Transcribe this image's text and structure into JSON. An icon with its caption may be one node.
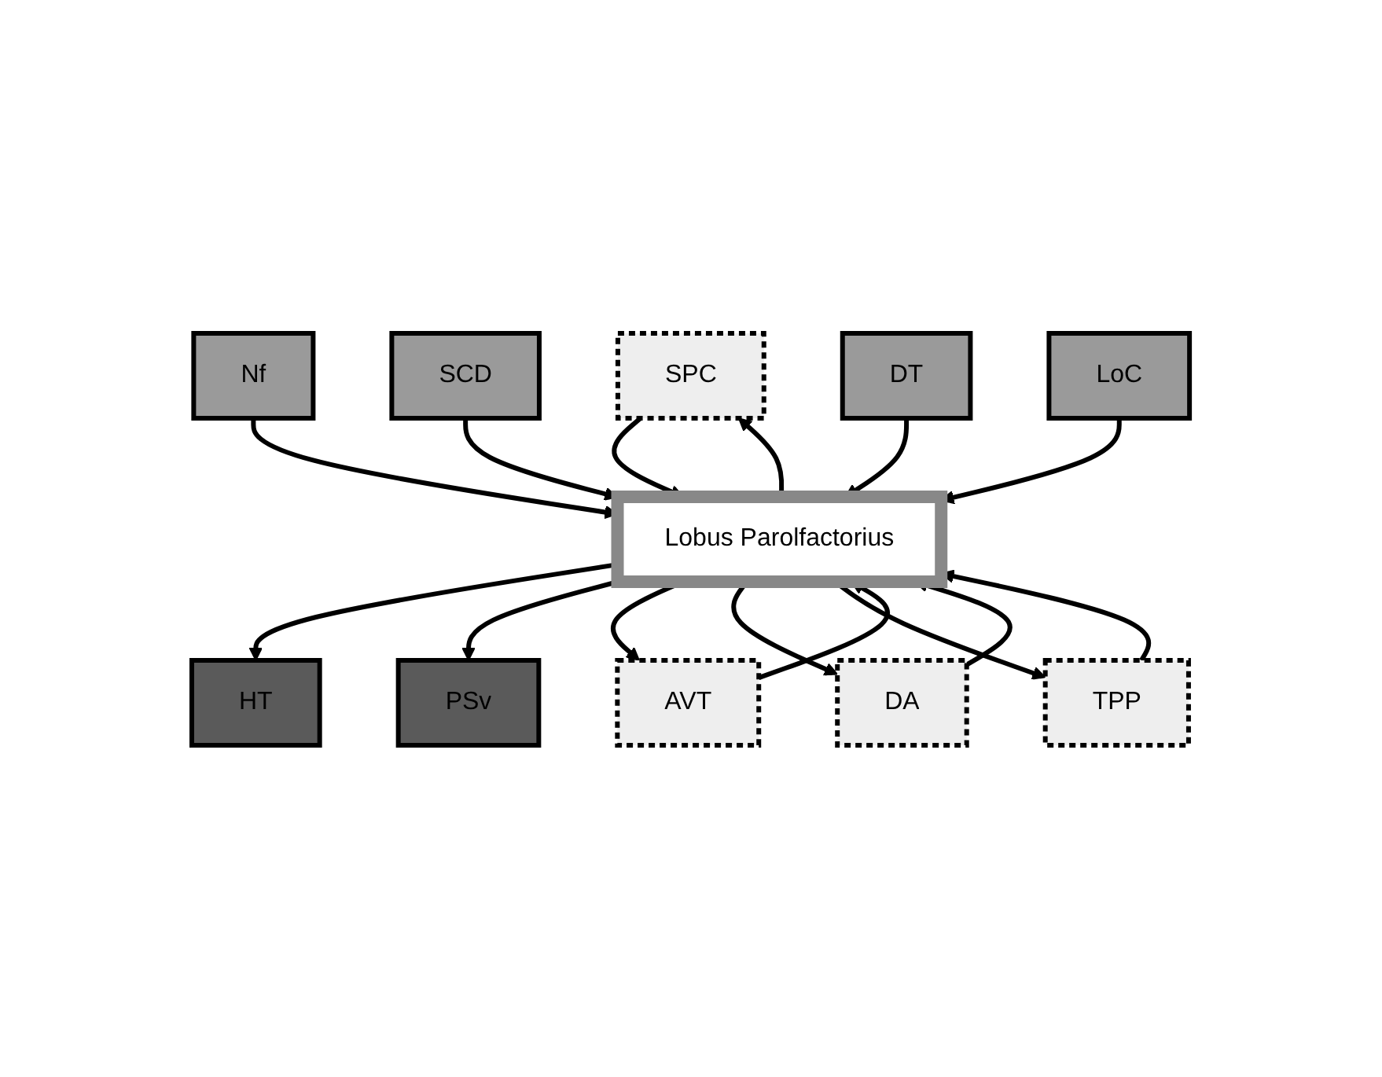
{
  "diagram": {
    "nodes": [
      {
        "text": [
          "HT"
        ]
      },
      {
        "text": [
          "PSv"
        ]
      },
      {
        "text": [
          "SPC"
        ]
      },
      {
        "text": [
          "DA"
        ]
      },
      {
        "text": [
          "Lobus Parolfactorius"
        ]
      },
      {
        "text": [
          "AVT"
        ]
      },
      {
        "text": [
          "TPP"
        ]
      },
      {
        "text": [
          "Nf"
        ]
      },
      {
        "text": [
          "SCD"
        ]
      },
      {
        "text": [
          "DT"
        ]
      },
      {
        "text": [
          "LoC"
        ]
      }
    ],
    "edges": [
      {
        "from": 4,
        "to": 0,
        "arrow": "to"
      },
      {
        "from": 4,
        "to": 1,
        "arrow": "to"
      },
      {
        "from": 4,
        "to": 2,
        "arrow": "to"
      },
      {
        "from": 2,
        "to": 4,
        "arrow": "to"
      },
      {
        "from": 5,
        "to": 4,
        "arrow": "to"
      },
      {
        "from": 4,
        "to": 5,
        "arrow": "to"
      },
      {
        "from": 4,
        "to": 3,
        "arrow": "to"
      },
      {
        "from": 3,
        "to": 4,
        "arrow": "to"
      },
      {
        "from": 6,
        "to": 4,
        "arrow": "to"
      },
      {
        "from": 4,
        "to": 6,
        "arrow": "to"
      },
      {
        "from": 7,
        "to": 4,
        "arrow": "to"
      },
      {
        "from": 8,
        "to": 4,
        "arrow": "to"
      },
      {
        "from": 9,
        "to": 4,
        "arrow": "to"
      },
      {
        "from": 10,
        "to": 4,
        "arrow": "to"
      }
    ]
  }
}
